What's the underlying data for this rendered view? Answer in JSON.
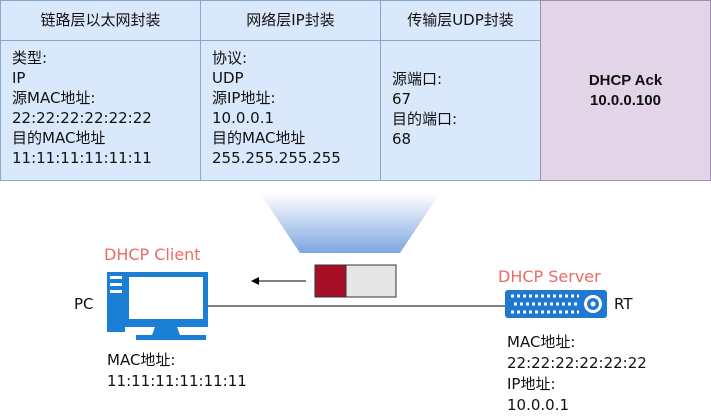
{
  "columns": {
    "link": {
      "header": "链路层以太网封装",
      "lines": [
        "类型:",
        "IP",
        "源MAC地址:",
        "22:22:22:22:22:22",
        "目的MAC地址",
        "11:11:11:11:11:11"
      ]
    },
    "network": {
      "header": "网络层IP封装",
      "lines": [
        "协议:",
        "UDP",
        "源IP地址:",
        "10.0.0.1",
        "目的MAC地址",
        "255.255.255.255"
      ]
    },
    "transport": {
      "header": "传输层UDP封装",
      "lines": [
        "源端口:",
        "67",
        "目的端口:",
        "68"
      ]
    }
  },
  "message": {
    "title": "DHCP Ack",
    "address": "10.0.0.100"
  },
  "client": {
    "role": "DHCP Client",
    "name": "PC",
    "mac_label": "MAC地址:",
    "mac_value": "11:11:11:11:11:11",
    "icon": "desktop-computer-icon"
  },
  "server": {
    "role": "DHCP Server",
    "name": "RT",
    "mac_label": "MAC地址:",
    "mac_value": "22:22:22:22:22:22",
    "ip_label": "IP地址:",
    "ip_value": "10.0.0.1",
    "icon": "router-icon"
  },
  "colors": {
    "header_fill": "#dae8fc",
    "header_border": "#8aa7c8",
    "ack_fill": "#e1d5e7",
    "role_label": "#ea6b66",
    "computer": "#1c7fd6",
    "packet_red": "#a50f27",
    "packet_gray": "#e6e6e6",
    "router": "#1f78d1"
  }
}
